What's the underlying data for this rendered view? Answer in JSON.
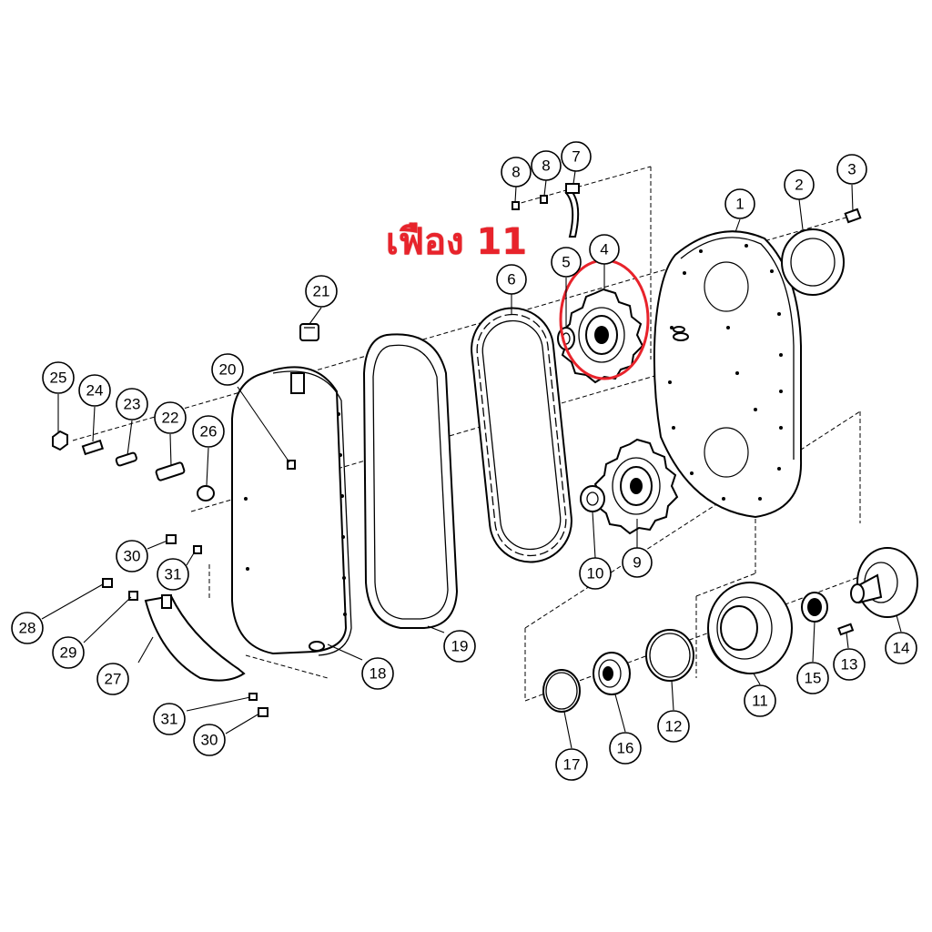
{
  "annotation": {
    "text": "เฟือง 11",
    "color": "#e8232b",
    "highlighted_part": "4"
  },
  "callouts": {
    "p1": "1",
    "p2": "2",
    "p3": "3",
    "p4": "4",
    "p5": "5",
    "p6": "6",
    "p7": "7",
    "p8a": "8",
    "p8b": "8",
    "p9": "9",
    "p10": "10",
    "p11": "11",
    "p12": "12",
    "p13": "13",
    "p14": "14",
    "p15": "15",
    "p16": "16",
    "p17": "17",
    "p18": "18",
    "p19": "19",
    "p20": "20",
    "p21": "21",
    "p22": "22",
    "p23": "23",
    "p24": "24",
    "p25": "25",
    "p26": "26",
    "p27": "27",
    "p28": "28",
    "p29": "29",
    "p30a": "30",
    "p30b": "30",
    "p31a": "31",
    "p31b": "31"
  }
}
